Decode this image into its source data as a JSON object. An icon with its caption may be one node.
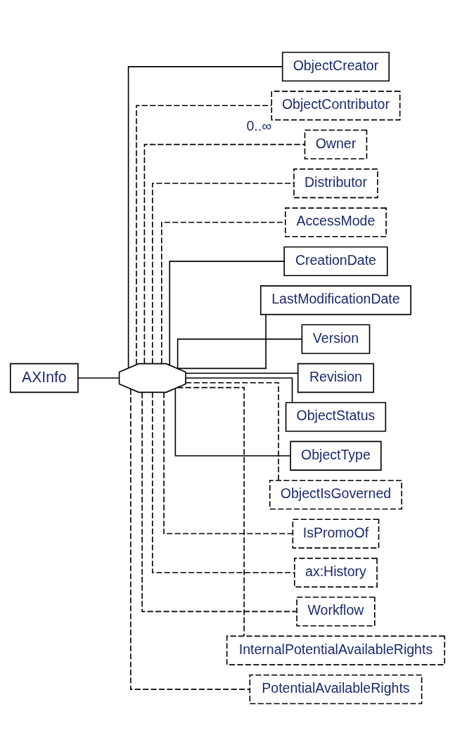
{
  "diagram": {
    "nodes": [
      {
        "text": [
          "AXInfo"
        ]
      },
      {
        "text": [],
        "shape": "octagon"
      },
      {
        "text": [
          "ObjectCreator"
        ]
      },
      {
        "text": [
          "ObjectContributor"
        ],
        "beside": [
          "0..∞"
        ]
      },
      {
        "text": [
          "Owner"
        ]
      },
      {
        "text": [
          "Distributor"
        ]
      },
      {
        "text": [
          "AccessMode"
        ]
      },
      {
        "text": [
          "CreationDate"
        ]
      },
      {
        "text": [
          "LastModificationDate"
        ]
      },
      {
        "text": [
          "Version"
        ]
      },
      {
        "text": [
          "Revision"
        ]
      },
      {
        "text": [
          "ObjectStatus"
        ]
      },
      {
        "text": [
          "ObjectType"
        ]
      },
      {
        "text": [
          "ObjectIsGoverned"
        ]
      },
      {
        "text": [
          "IsPromoOf"
        ]
      },
      {
        "text": [
          "ax:History"
        ]
      },
      {
        "text": [
          "Workflow"
        ]
      },
      {
        "text": [
          "InternalPotentialAvailableRights"
        ]
      },
      {
        "text": [
          "PotentialAvailableRights"
        ]
      }
    ],
    "edges": [
      {
        "from": 0,
        "to": 1,
        "arrow": "none"
      },
      {
        "from": 1,
        "to": 2,
        "arrow": "none"
      },
      {
        "from": 1,
        "to": 3,
        "arrow": "none",
        "style": "dashed"
      },
      {
        "from": 1,
        "to": 4,
        "arrow": "none",
        "style": "dashed"
      },
      {
        "from": 1,
        "to": 5,
        "arrow": "none",
        "style": "dashed"
      },
      {
        "from": 1,
        "to": 6,
        "arrow": "none",
        "style": "dashed"
      },
      {
        "from": 1,
        "to": 7,
        "arrow": "none"
      },
      {
        "from": 1,
        "to": 8,
        "arrow": "none"
      },
      {
        "from": 1,
        "to": 9,
        "arrow": "none"
      },
      {
        "from": 1,
        "to": 10,
        "arrow": "none"
      },
      {
        "from": 1,
        "to": 11,
        "arrow": "none"
      },
      {
        "from": 1,
        "to": 12,
        "arrow": "none"
      },
      {
        "from": 1,
        "to": 13,
        "arrow": "none",
        "style": "dashed"
      },
      {
        "from": 1,
        "to": 14,
        "arrow": "none",
        "style": "dashed"
      },
      {
        "from": 1,
        "to": 15,
        "arrow": "none",
        "style": "dashed"
      },
      {
        "from": 1,
        "to": 16,
        "arrow": "none",
        "style": "dashed"
      },
      {
        "from": 1,
        "to": 17,
        "arrow": "none",
        "style": "dashed"
      },
      {
        "from": 1,
        "to": 18,
        "arrow": "none",
        "style": "dashed"
      }
    ]
  }
}
